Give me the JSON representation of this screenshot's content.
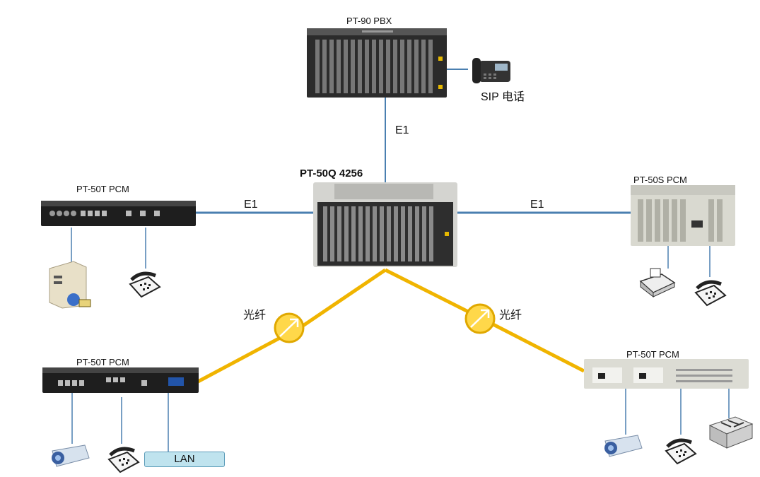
{
  "nodes": {
    "pbx": "PT-90  PBX",
    "sip_phone": "SIP 电话",
    "core": "PT-50Q 4256",
    "pcm_left_top": "PT-50T  PCM",
    "pcm_right_top": "PT-50S PCM",
    "pcm_left_bottom": "PT-50T PCM",
    "pcm_right_bottom": "PT-50T  PCM",
    "lan": "LAN"
  },
  "links": {
    "e1_vertical": "E1",
    "e1_left": "E1",
    "e1_right": "E1",
    "fiber_left": "光纤",
    "fiber_right": "光纤"
  },
  "colors": {
    "e1_line": "#4a7fb0",
    "fiber_line": "#f0b400",
    "rack_dark": "#2b2b2b",
    "rack_light": "#d9d9d0"
  }
}
